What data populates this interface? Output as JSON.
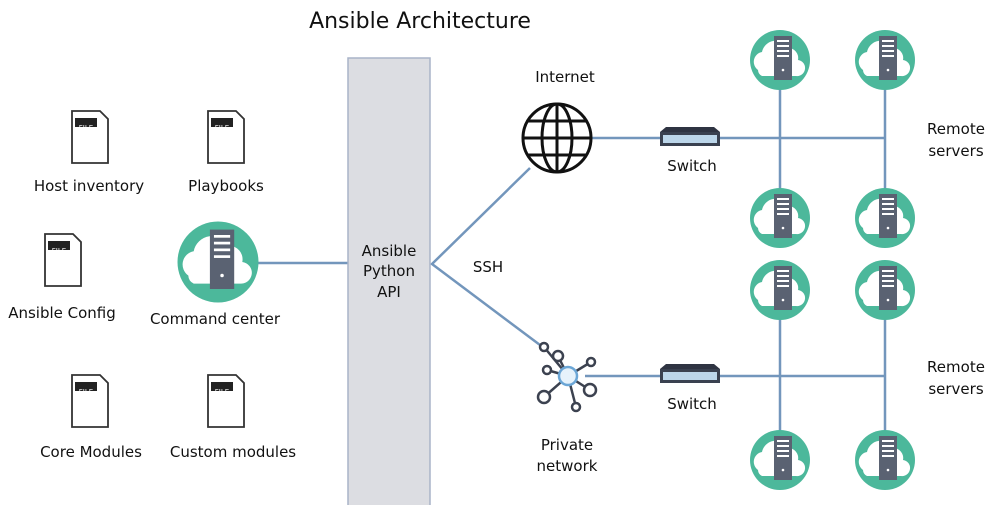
{
  "title": "Ansible Architecture",
  "files": [
    {
      "tag": "FILE",
      "label": "Host inventory"
    },
    {
      "tag": "FILE",
      "label": "Playbooks"
    },
    {
      "tag": "FILE",
      "label": "Ansible Config"
    },
    {
      "tag": "FILE",
      "label": "Core Modules"
    },
    {
      "tag": "FILE",
      "label": "Custom modules"
    }
  ],
  "command_center": "Command center",
  "api": {
    "line1": "Ansible",
    "line2": "Python",
    "line3": "API"
  },
  "ssh": "SSH",
  "internet": "Internet",
  "private_network": {
    "line1": "Private",
    "line2": "network"
  },
  "switch_top": "Switch",
  "switch_bottom": "Switch",
  "remote_top": {
    "line1": "Remote",
    "line2": "servers"
  },
  "remote_bottom": {
    "line1": "Remote",
    "line2": "servers"
  },
  "colors": {
    "cloud": "#4cb89b",
    "line": "#7396bc",
    "api_box": "#dcdde2"
  }
}
